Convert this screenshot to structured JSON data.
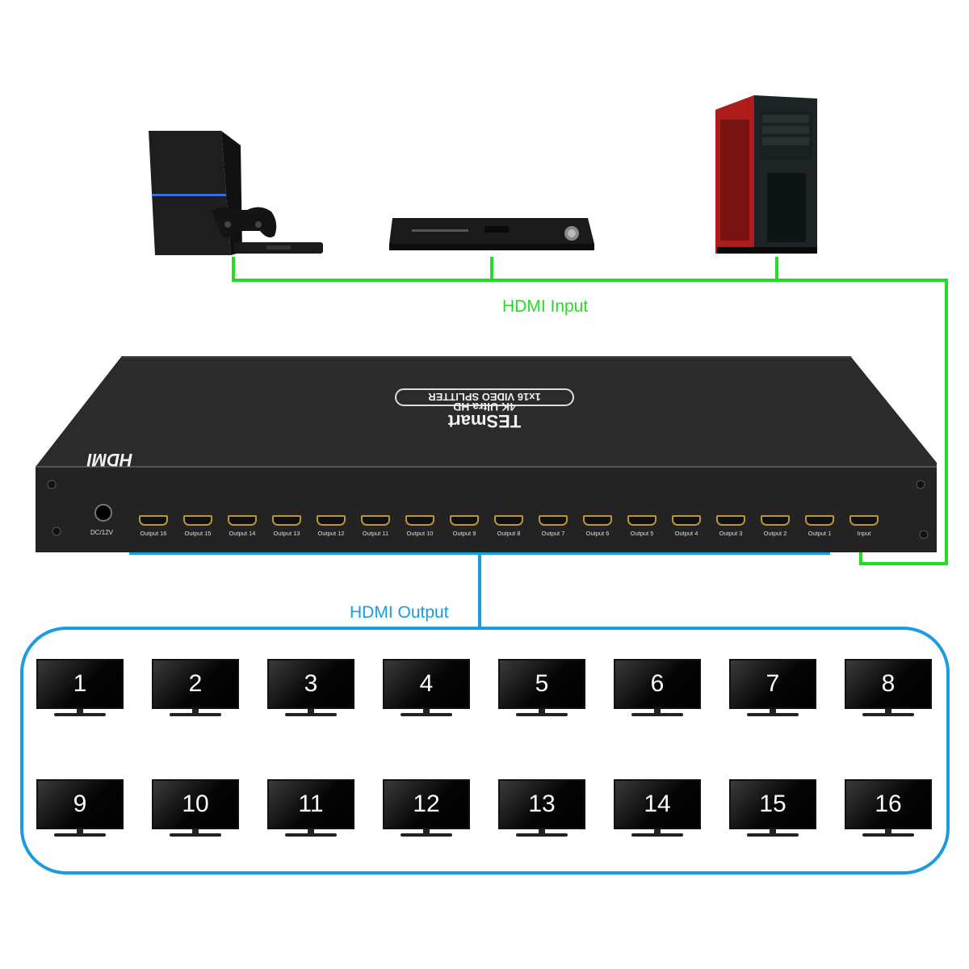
{
  "labels": {
    "hdmi_input": "HDMI Input",
    "hdmi_output": "HDMI Output"
  },
  "device": {
    "brand": "TESmart",
    "subtitle": "4K Ultra HD",
    "badge": "1x16 VIDEO SPLITTER",
    "logo": "HDMI",
    "power_label": "DC/12V",
    "input_port": "Input",
    "output_ports": [
      "Output 16",
      "Output 15",
      "Output 14",
      "Output 13",
      "Output 12",
      "Output 11",
      "Output 10",
      "Output 9",
      "Output 8",
      "Output 7",
      "Output 6",
      "Output 5",
      "Output 4",
      "Output 3",
      "Output 2",
      "Output 1"
    ]
  },
  "sources": [
    "game-console",
    "dvd-player",
    "desktop-pc"
  ],
  "displays": [
    "1",
    "2",
    "3",
    "4",
    "5",
    "6",
    "7",
    "8",
    "9",
    "10",
    "11",
    "12",
    "13",
    "14",
    "15",
    "16"
  ],
  "colors": {
    "input_line": "#22dd22",
    "output_line": "#1b9be0",
    "device_body": "#2a2a2a"
  }
}
